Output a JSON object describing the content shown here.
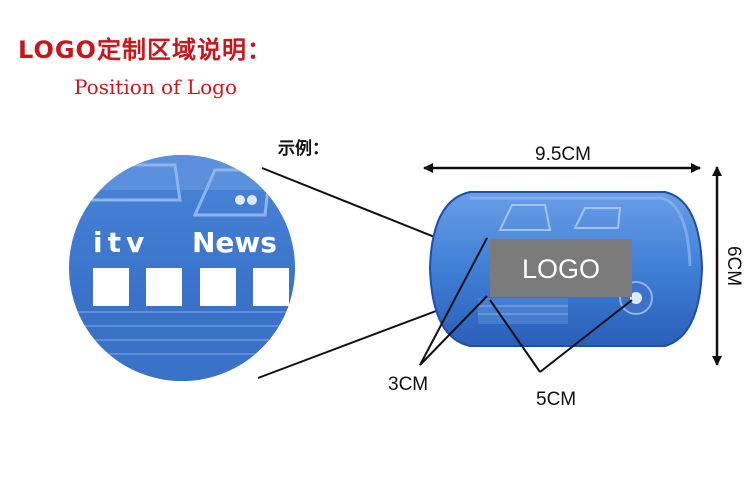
{
  "header": {
    "title_cn": "LOGO定制区域说明：",
    "title_en": "Position of Logo"
  },
  "example_label": "示例：",
  "zoom_circle": {
    "brand_prefix": "itv",
    "brand_name": "News"
  },
  "product": {
    "logo_label": "LOGO",
    "colors": {
      "case_blue": "#3f7fd6",
      "case_dark": "#1f4ea8",
      "logo_box": "#7b7b7b"
    }
  },
  "dimensions": {
    "width": "9.5CM",
    "height": "6CM",
    "logo_height": "3CM",
    "logo_width": "5CM"
  }
}
